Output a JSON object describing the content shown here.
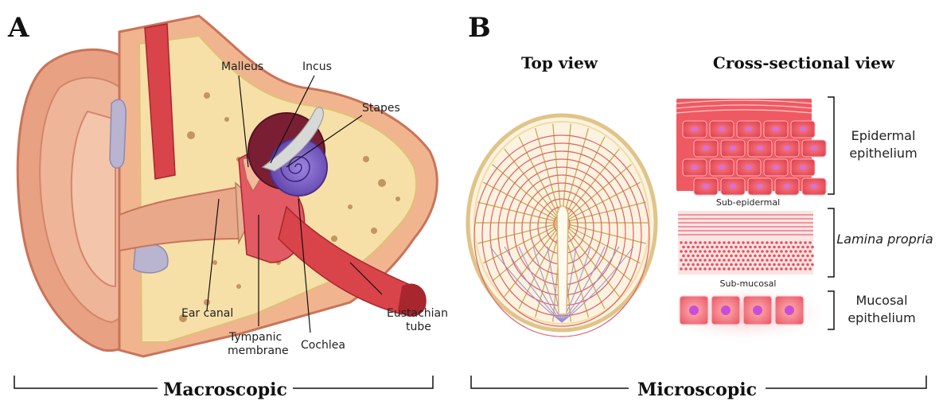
{
  "panel_a": {
    "letter": "A",
    "labels": {
      "malleus": "Malleus",
      "incus": "Incus",
      "stapes": "Stapes",
      "ear_canal": "Ear canal",
      "tympanic_line1": "Tympanic",
      "tympanic_line2": "membrane",
      "cochlea": "Cochlea",
      "eustachian_line1": "Eustachian",
      "eustachian_line2": "tube"
    },
    "scale_label": "Macroscopic"
  },
  "panel_b": {
    "letter": "B",
    "top_view_title": "Top view",
    "cross_view_title": "Cross-sectional view",
    "sub_epidermal": "Sub-epidermal",
    "sub_mucosal": "Sub-mucosal",
    "epidermal_line1": "Epidermal",
    "epidermal_line2": "epithelium",
    "lamina_propria": "Lamina propria",
    "mucosal_line1": "Mucosal",
    "mucosal_line2": "epithelium",
    "scale_label": "Microscopic"
  },
  "colors": {
    "skin": "#e8a182",
    "skin_dark": "#c9745a",
    "bone": "#f6e0a8",
    "muscle": "#d9434a",
    "cochlea": "#7f63c9",
    "membrane_line": "#e0606a"
  }
}
